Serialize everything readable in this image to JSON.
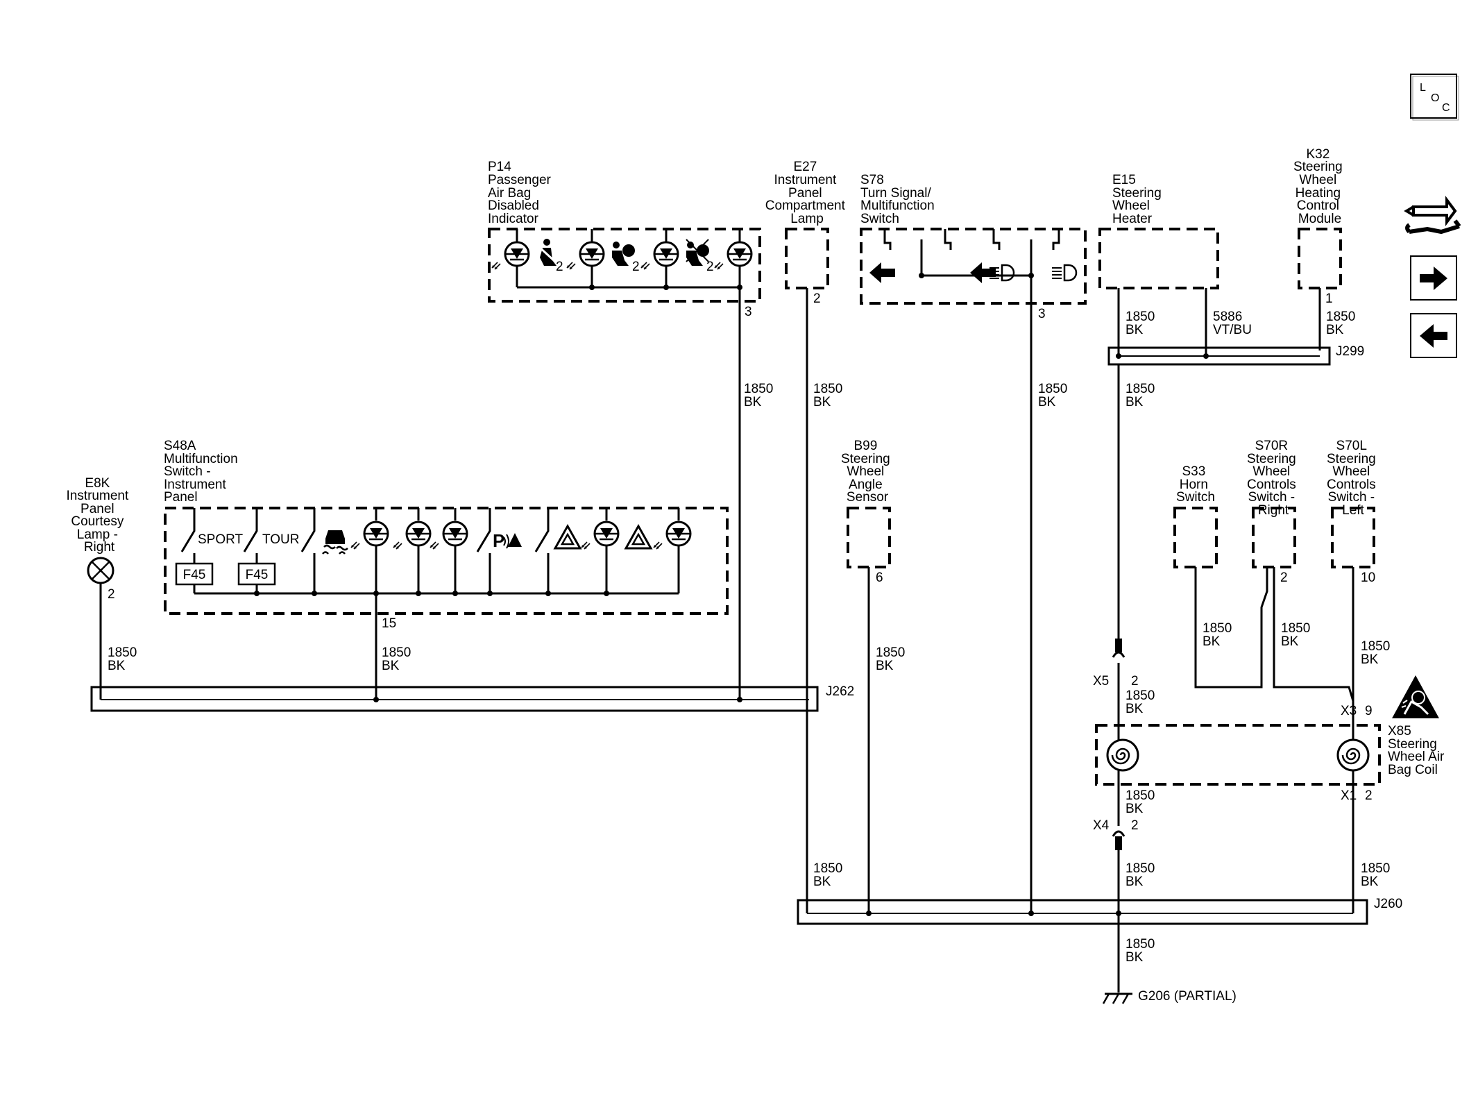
{
  "components": {
    "p14": {
      "lines": [
        "P14",
        "Passenger",
        "Air Bag",
        "Disabled",
        "Indicator"
      ],
      "pin": "3",
      "sub2a": "2",
      "sub2b": "2",
      "sub2c": "2"
    },
    "e27": {
      "lines": [
        "E27",
        "Instrument",
        "Panel",
        "Compartment",
        "Lamp"
      ],
      "pin": "2"
    },
    "s78": {
      "lines": [
        "S78",
        "Turn Signal/",
        "Multifunction",
        "Switch"
      ],
      "pin": "3"
    },
    "e15": {
      "lines": [
        "E15",
        "Steering",
        "Wheel",
        "Heater"
      ]
    },
    "k32": {
      "lines": [
        "K32",
        "Steering",
        "Wheel",
        "Heating",
        "Control",
        "Module"
      ],
      "pin": "1"
    },
    "s48a": {
      "lines": [
        "S48A",
        "Multifunction",
        "Switch -",
        "Instrument",
        "Panel"
      ],
      "pin": "15",
      "sport": "SPORT",
      "tour": "TOUR",
      "fuse1": "F45",
      "fuse2": "F45"
    },
    "e8k": {
      "lines": [
        "E8K",
        "Instrument",
        "Panel",
        "Courtesy",
        "Lamp -",
        "Right"
      ],
      "pin": "2"
    },
    "b99": {
      "lines": [
        "B99",
        "Steering",
        "Wheel",
        "Angle",
        "Sensor"
      ],
      "pin": "6"
    },
    "s33": {
      "lines": [
        "S33",
        "Horn",
        "Switch"
      ]
    },
    "s70r": {
      "lines": [
        "S70R",
        "Steering",
        "Wheel",
        "Controls",
        "Switch -",
        "Right"
      ],
      "pin": "2"
    },
    "s70l": {
      "lines": [
        "S70L",
        "Steering",
        "Wheel",
        "Controls",
        "Switch -",
        "Left"
      ],
      "pin": "10"
    },
    "x85": {
      "lines": [
        "X85",
        "Steering",
        "Wheel Air",
        "Bag Coil"
      ],
      "x3": "X3",
      "x3pin": "9",
      "x1": "X1",
      "x1pin": "2"
    }
  },
  "connectors": {
    "x5": {
      "name": "X5",
      "pin": "2"
    },
    "x4": {
      "name": "X4",
      "pin": "2"
    }
  },
  "splices": {
    "j262": "J262",
    "j299": "J299",
    "j260": "J260"
  },
  "ground": "G206 (PARTIAL)",
  "wires": {
    "p14_j262": [
      "1850",
      "BK"
    ],
    "e27_j260": [
      "1850",
      "BK"
    ],
    "s78_j260": [
      "1850",
      "BK"
    ],
    "e15_j299": [
      "1850",
      "BK"
    ],
    "e15_5886": [
      "5886",
      "VT/BU"
    ],
    "k32_j299": [
      "1850",
      "BK"
    ],
    "j299_x5": [
      "1850",
      "BK"
    ],
    "e8k_j262": [
      "1850",
      "BK"
    ],
    "s48a_j262": [
      "1850",
      "BK"
    ],
    "b99_j260": [
      "1850",
      "BK"
    ],
    "s33": [
      "1850",
      "BK"
    ],
    "s70r": [
      "1850",
      "BK"
    ],
    "s70l": [
      "1850",
      "BK"
    ],
    "x5_x85": [
      "1850",
      "BK"
    ],
    "x85_x4": [
      "1850",
      "BK"
    ],
    "x4_j260": [
      "1850",
      "BK"
    ],
    "e27_lower": [
      "1850",
      "BK"
    ],
    "x85_right_j260": [
      "1850",
      "BK"
    ],
    "j260_ground": [
      "1850",
      "BK"
    ]
  },
  "sidebar": {
    "loc_label": [
      "L",
      "O",
      "C"
    ],
    "icons": [
      "loc-icon",
      "connector-repair-icon",
      "next-arrow-icon",
      "previous-arrow-icon"
    ]
  }
}
